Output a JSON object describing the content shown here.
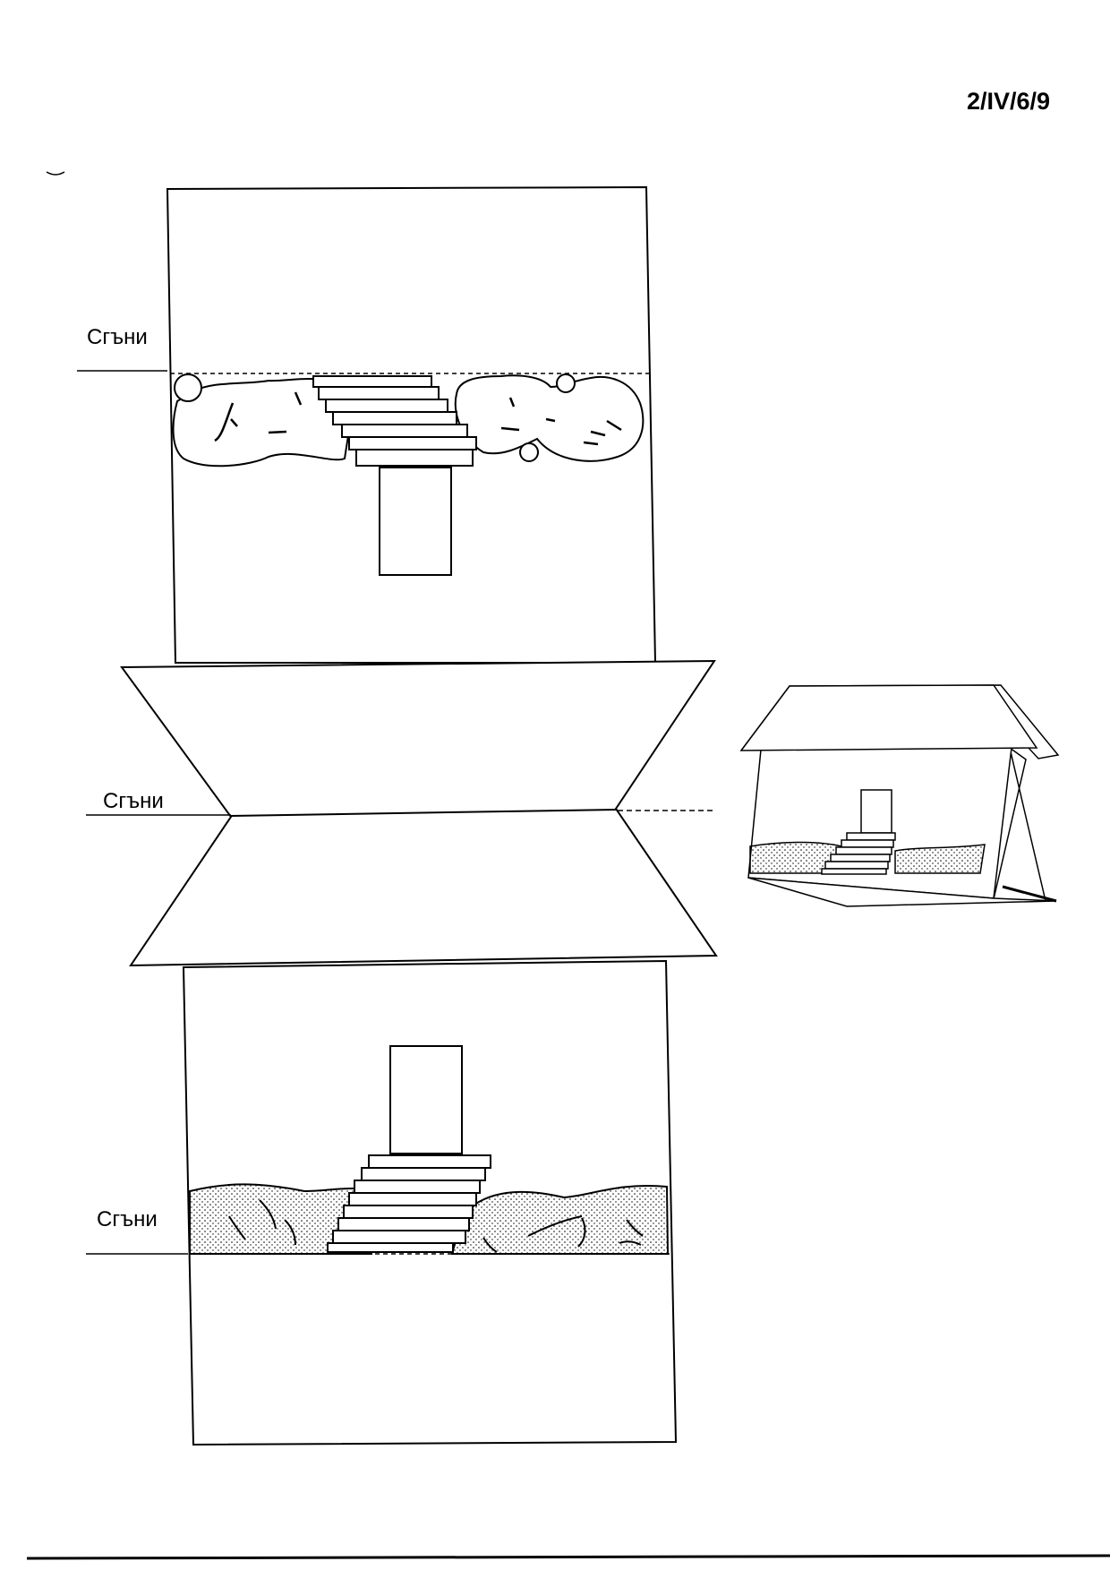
{
  "header": {
    "page_code": "2/IV/6/9"
  },
  "labels": {
    "fold_top": "Сгъни",
    "fold_middle": "Сгъни",
    "fold_bottom": "Сгъни"
  },
  "colors": {
    "ink": "#000000",
    "paper": "#ffffff"
  }
}
